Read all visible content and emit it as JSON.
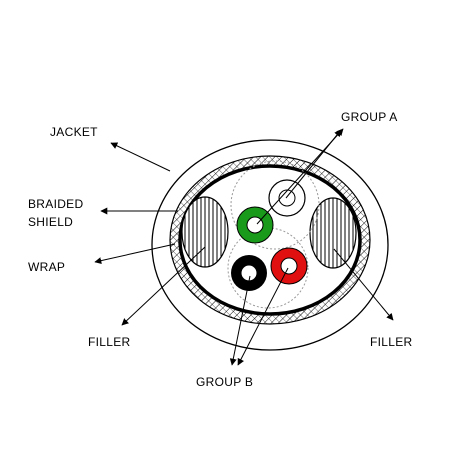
{
  "labels": {
    "jacket": "JACKET",
    "group_a": "GROUP A",
    "braided_shield_line1": "BRAIDED",
    "braided_shield_line2": "SHIELD",
    "wrap": "WRAP",
    "filler_left": "FILLER",
    "filler_right": "FILLER",
    "group_b": "GROUP B"
  },
  "colors": {
    "line": "#000000",
    "background": "#ffffff",
    "conductor_green": "#1a9a1a",
    "conductor_white": "#ffffff",
    "conductor_black": "#000000",
    "conductor_red": "#e01010",
    "hatch_gray": "#d0d0d0"
  }
}
